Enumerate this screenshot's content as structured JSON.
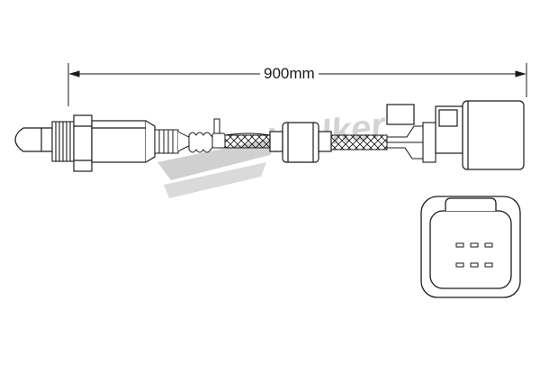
{
  "dimension": {
    "length_label": "900mm"
  },
  "watermark": {
    "brand": "Walker"
  },
  "connector": {
    "pin_count": 6
  },
  "colors": {
    "line": "#1a1a1a",
    "watermark": "#c8c8c8"
  }
}
